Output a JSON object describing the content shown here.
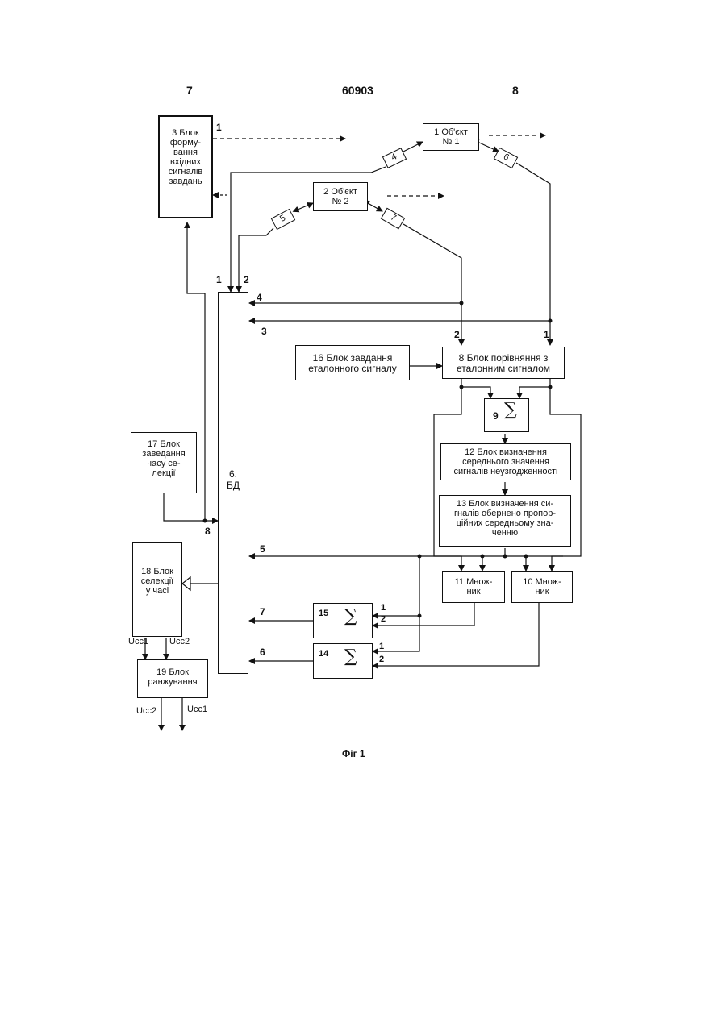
{
  "header": {
    "left": "7",
    "center": "60903",
    "right": "8"
  },
  "blocks": {
    "b3": "3  Блок\nформу-\nвання\nвхідних\nсигналів\nзавдань",
    "b1": "1  Об'єкт\n№ 1",
    "b2": "2  Об'єкт\n№ 2",
    "b4": "4",
    "b5": "5",
    "b6": "6",
    "b7": "7",
    "b6bd": "6.\nБД",
    "b16": "16 Блок завдання\nеталонного сигналу",
    "b8": "8 Блок порівняння з\nеталонним сигналом",
    "b9_num": "9",
    "b9_sym": "∑",
    "b12": "12  Блок визначення\nсереднього значення\nсигналів неузгодженності",
    "b13": "13  Блок визначення си-\nгналів обернено пропор-\nційних середньому зна-\nченню",
    "b17": "17  Блок\nзаведання\nчасу се-\nлекції",
    "b18": "18  Блок\nселекції\nу часі",
    "b11": "11.Множ-\nник",
    "b10": "10 Множ-\nник",
    "b15_num": "15",
    "b14_num": "14",
    "sum_sym": "∑",
    "b19": "19 Блок\nранжування"
  },
  "labels": {
    "l1_b3": "1",
    "l1_bd": "1",
    "l2_bd": "2",
    "l4_bd": "4",
    "l3_bd": "3",
    "l2_b8": "2",
    "l1_b8": "1",
    "l8_bd": "8",
    "l5_bd": "5",
    "l7_bd": "7",
    "l6_bd": "6",
    "l15_1": "1",
    "l15_2": "2",
    "l14_1": "1",
    "l14_2": "2",
    "ucc1_a": "Ucc1",
    "ucc2_a": "Ucc2",
    "ucc2_b": "Ucc2",
    "ucc1_b": "Ucc1"
  },
  "caption": "Фіг 1"
}
